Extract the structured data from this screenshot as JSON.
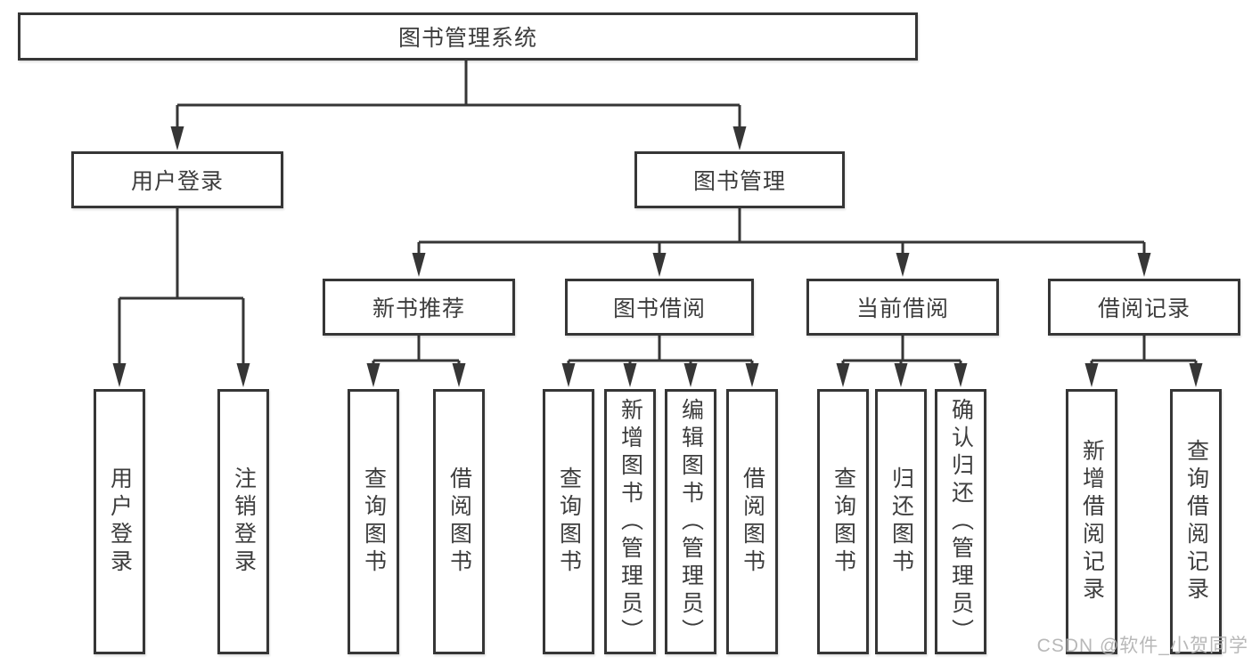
{
  "tree": {
    "root": "图书管理系统",
    "level1": [
      {
        "label": "用户登录",
        "children": [
          "用户登录",
          "注销登录"
        ]
      },
      {
        "label": "图书管理"
      }
    ],
    "level2": [
      {
        "label": "新书推荐",
        "children": [
          "查询图书",
          "借阅图书"
        ]
      },
      {
        "label": "图书借阅",
        "children": [
          "查询图书",
          "新增图书（管理员）",
          "编辑图书（管理员）",
          "借阅图书"
        ]
      },
      {
        "label": "当前借阅",
        "children": [
          "查询图书",
          "归还图书",
          "确认归还（管理员）"
        ]
      },
      {
        "label": "借阅记录",
        "children": [
          "新增借阅记录",
          "查询借阅记录"
        ]
      }
    ]
  },
  "watermark": "CSDN @软件_小贺同学",
  "colors": {
    "line": "#363636",
    "text": "#3d3d3d",
    "watermark": "#b2b2b2",
    "background": "#ffffff"
  }
}
